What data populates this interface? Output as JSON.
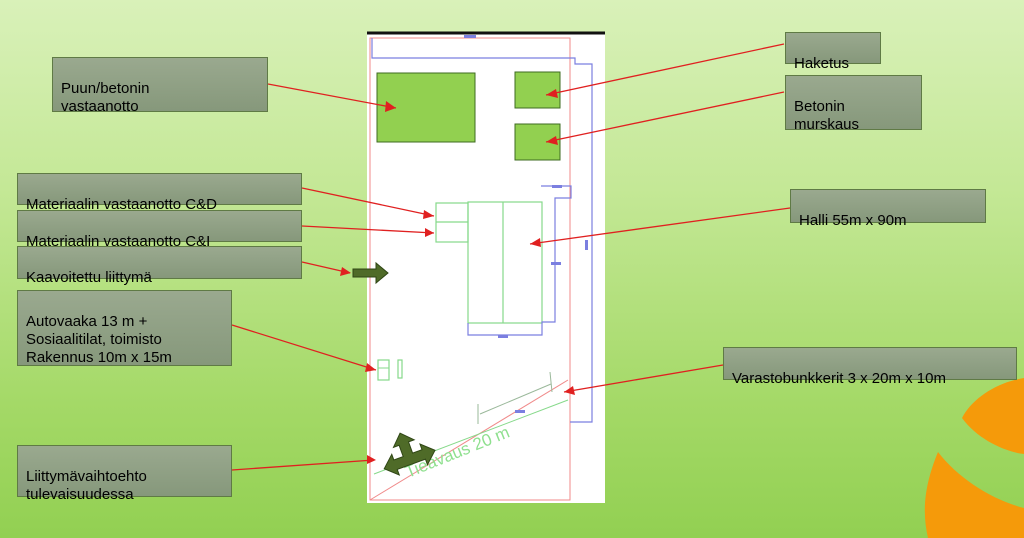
{
  "labels": {
    "wood_concrete": "Puun/betonin\nvastaanotto",
    "chipping": "Haketus",
    "concrete_crushing": "Betonin\nmurskaus",
    "material_cd": "Materiaalin vastaanotto C&D",
    "material_ci": "Materiaalin vastaanotto C&I",
    "hall": "Halli 55m x 90m",
    "zoned_junction": "Kaavoitettu liittymä",
    "scale_building": "Autovaaka 13 m +\nSosiaalitilat, toimisto\nRakennus 10m x 15m",
    "storage_bunkers": "Varastobunkkerit 3 x 20m x 10m",
    "junction_option": "Liittymävaihtoehto\ntulevaisuudessa"
  },
  "plan": {
    "road_label": "Tieavaus 20 m"
  },
  "colors": {
    "callout_fill": "#8e9f83",
    "callout_border": "#5f7a45",
    "leader_line": "#e02020",
    "green_area": "#92d050",
    "arrow_fill": "#4f6b28",
    "plan_blue": "#7b7fe0",
    "plan_red": "#f08a8a",
    "plan_green": "#86d98a",
    "accent_orange": "#f59a0a"
  }
}
